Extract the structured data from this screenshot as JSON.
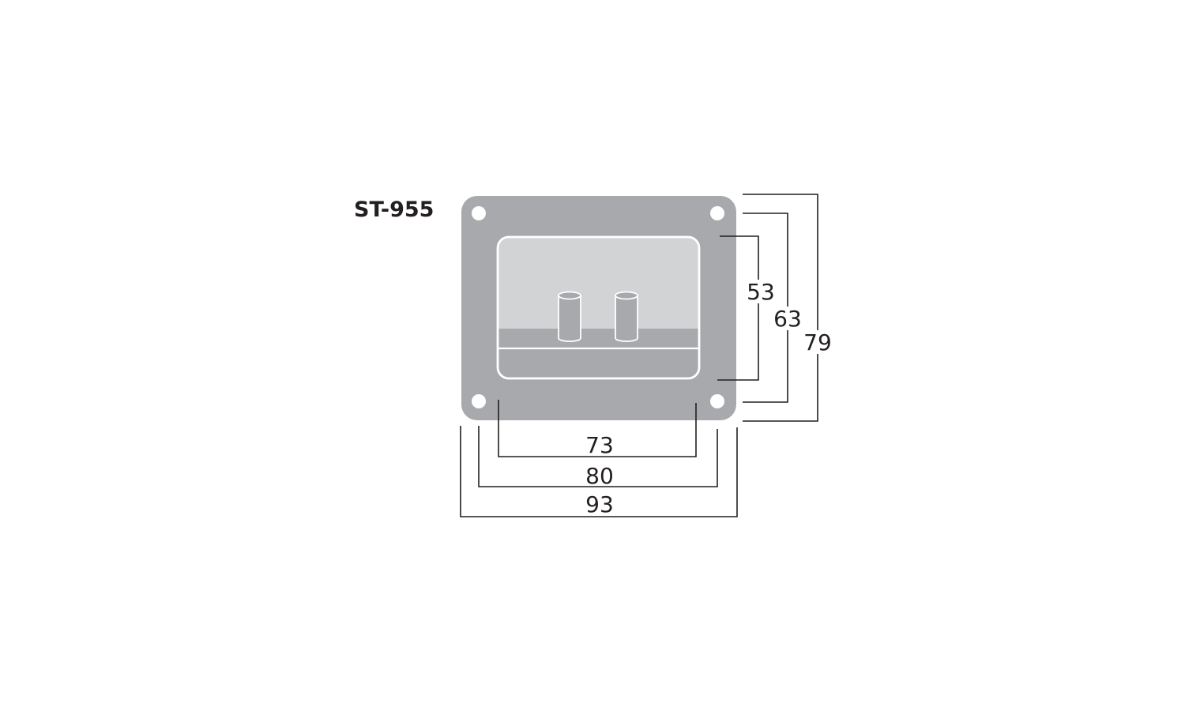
{
  "model": "ST-955",
  "dimensions": {
    "width_inner": "73",
    "width_holes": "80",
    "width_overall": "93",
    "height_inner": "53",
    "height_holes": "63",
    "height_overall": "79"
  },
  "colors": {
    "plate": "#a7a9ac",
    "recess_top": "#d1d3d4",
    "recess_bottom": "#a7a9ac",
    "outline": "#ffffff",
    "lines": "#231f20"
  }
}
